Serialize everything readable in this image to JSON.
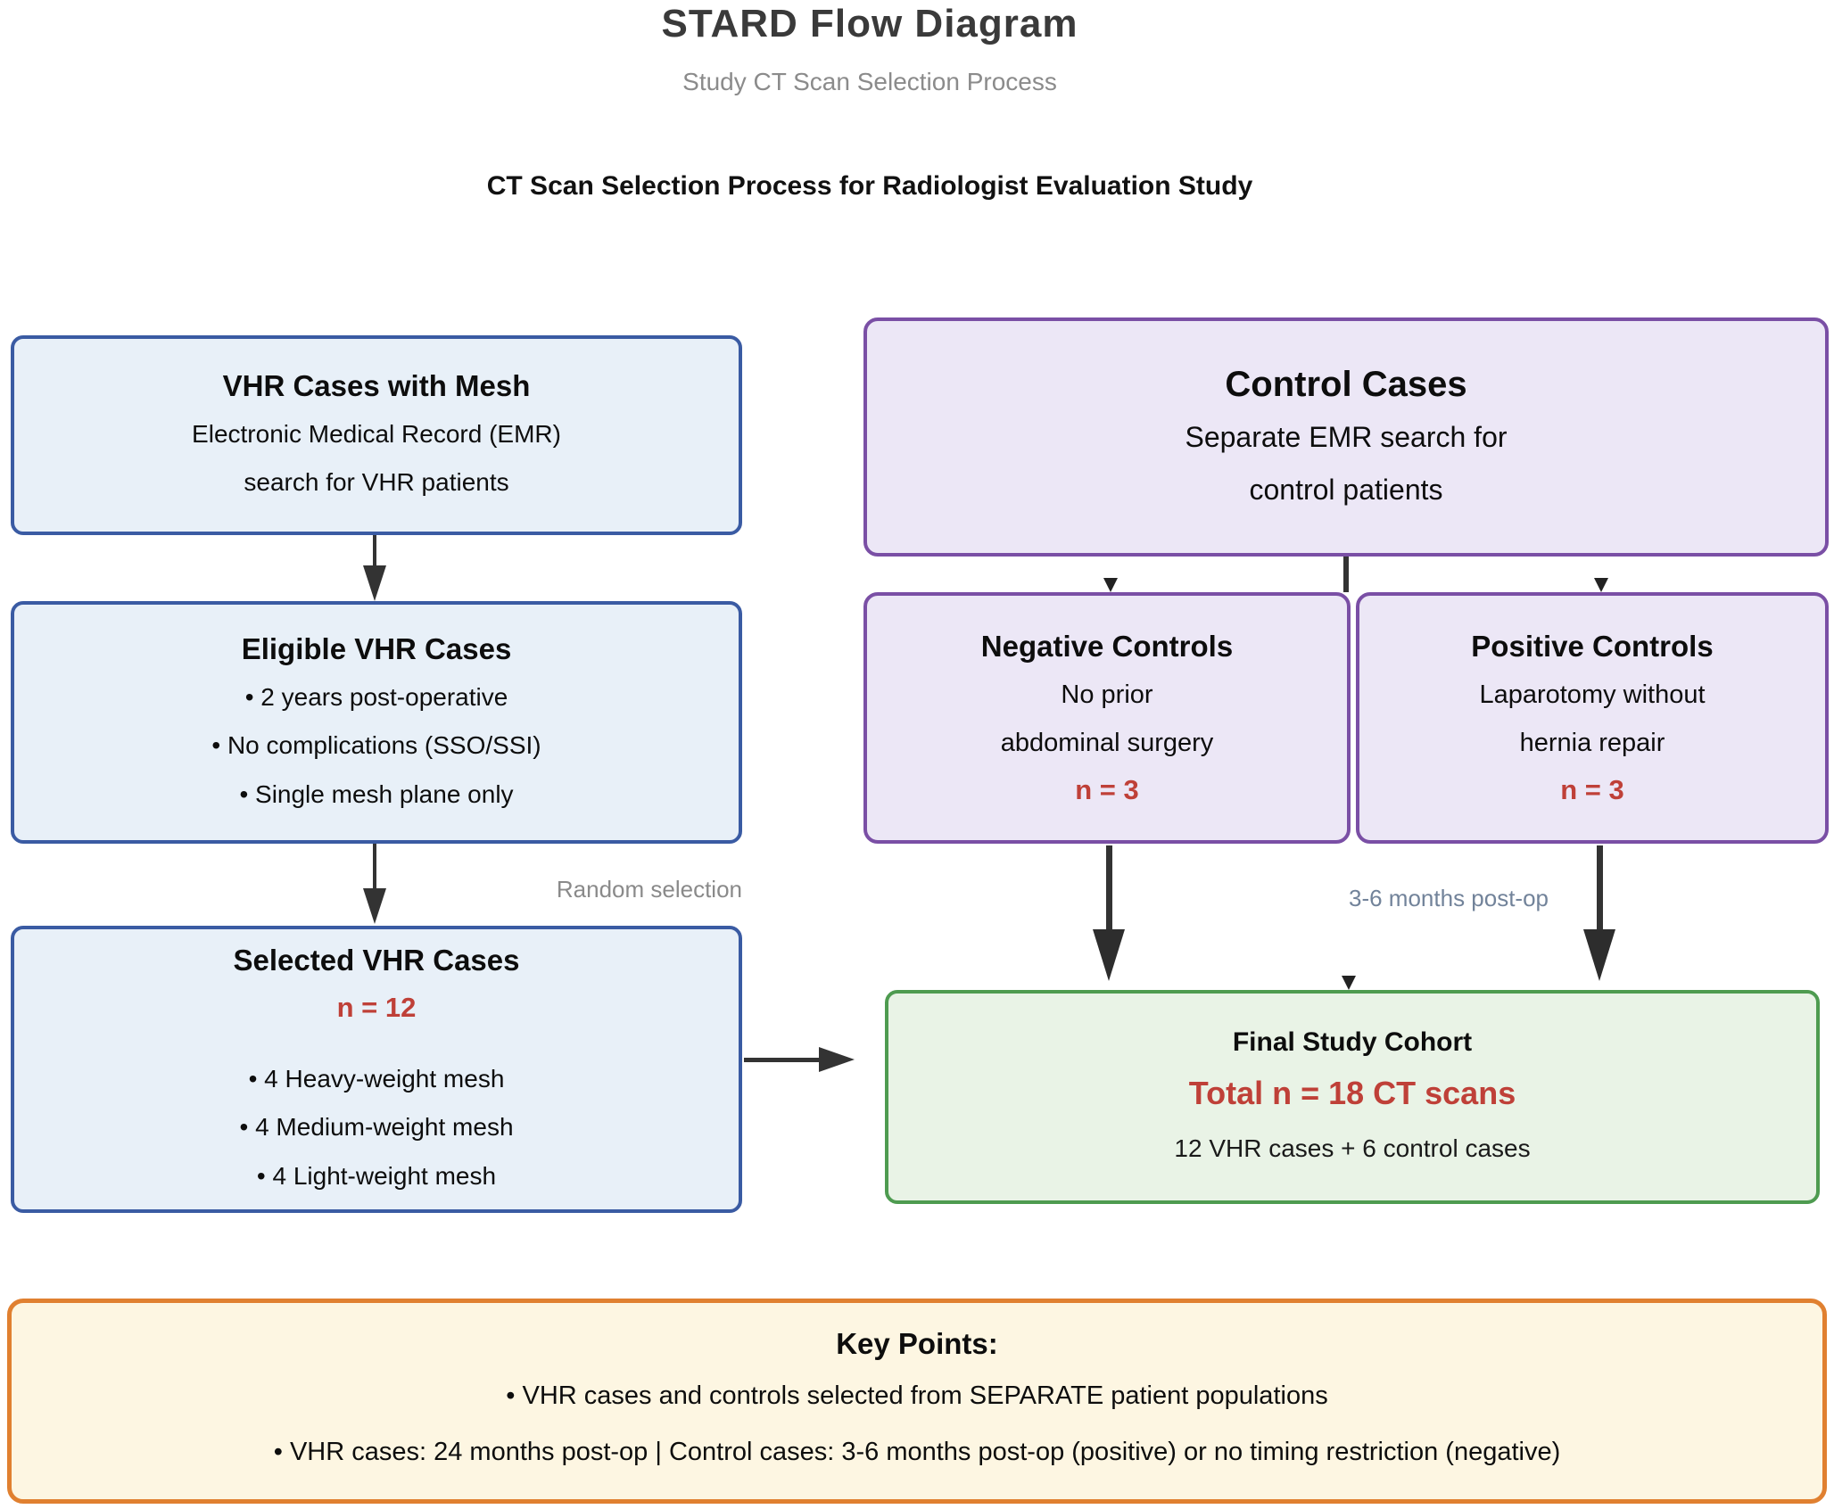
{
  "title": "STARD Flow Diagram",
  "subtitle": "Study CT Scan Selection Process",
  "section_heading": "CT Scan Selection Process for Radiologist Evaluation Study",
  "colors": {
    "blue_border": "#3a5ba3",
    "blue_bg": "#e8f0f8",
    "purple_border": "#7a4fa5",
    "purple_bg": "#ece7f6",
    "green_border": "#4e9b50",
    "green_bg": "#e9f3e6",
    "orange_border": "#e08030",
    "orange_bg": "#fdf6e2",
    "red_text": "#bf4038",
    "gray_label": "#8a8a8a",
    "arrow": "#333333"
  },
  "boxes": {
    "vhr_emr": {
      "title": "VHR Cases with Mesh",
      "line1": "Electronic Medical Record (EMR)",
      "line2": "search for VHR patients"
    },
    "eligible": {
      "title": "Eligible VHR Cases",
      "bullets": [
        "• 2 years post-operative",
        "• No complications (SSO/SSI)",
        "• Single mesh plane only"
      ]
    },
    "selected": {
      "title": "Selected VHR Cases",
      "n_label": "n = 12",
      "bullets": [
        "• 4 Heavy-weight mesh",
        "• 4 Medium-weight mesh",
        "• 4 Light-weight mesh"
      ]
    },
    "control": {
      "title": "Control Cases",
      "line1": "Separate EMR search for",
      "line2": "control patients"
    },
    "negative": {
      "title": "Negative Controls",
      "line1": "No prior",
      "line2": "abdominal surgery",
      "n_label": "n = 3"
    },
    "positive": {
      "title": "Positive Controls",
      "line1": "Laparotomy without",
      "line2": "hernia repair",
      "n_label": "n = 3"
    },
    "final": {
      "title": "Final Study Cohort",
      "total_label": "Total n = 18 CT scans",
      "line1": "12 VHR cases + 6 control cases"
    },
    "key_points": {
      "title": "Key Points:",
      "bullets": [
        "• VHR cases and controls selected from SEPARATE patient populations",
        "• VHR cases: 24 months post-op | Control cases: 3-6 months post-op (positive) or no timing restriction (negative)"
      ]
    }
  },
  "labels": {
    "random_selection": "Random selection",
    "months_post_op": "3-6 months post-op"
  }
}
